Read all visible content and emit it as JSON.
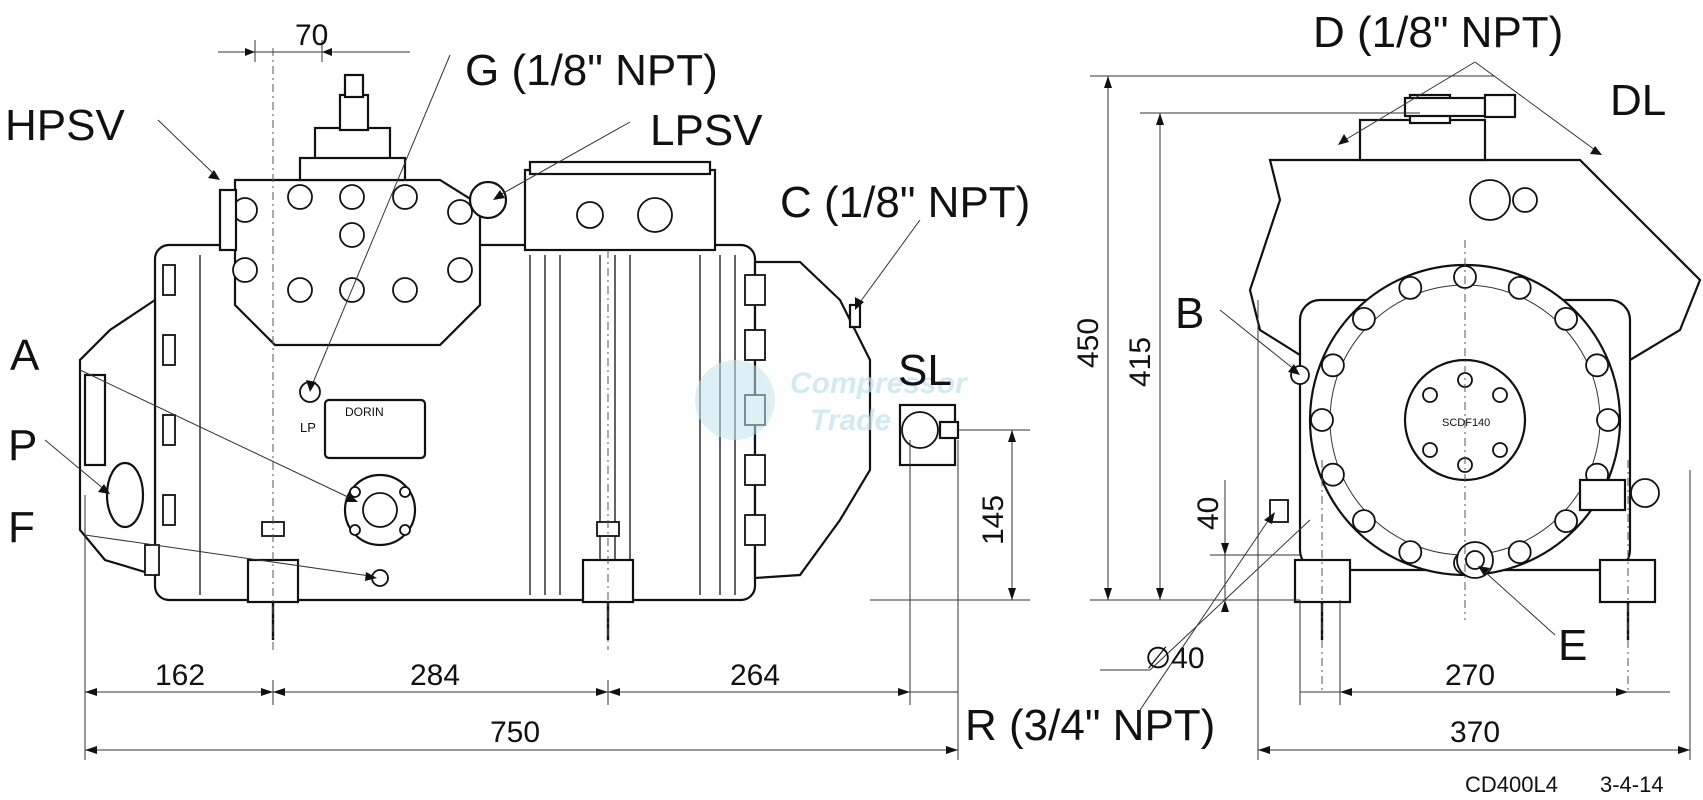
{
  "labels": {
    "hpsv": "HPSV",
    "g": "G (1/8\" NPT)",
    "lpsv": "LPSV",
    "c": "C (1/8\" NPT)",
    "a": "A",
    "p": "P",
    "f": "F",
    "sl": "SL",
    "d": "D (1/8\" NPT)",
    "dl": "DL",
    "b": "B",
    "e": "E",
    "r": "R (3/4\" NPT)",
    "lp": "LP",
    "nameplate": "DORIN",
    "hub": "SCDF140"
  },
  "dimensions": {
    "d70": "70",
    "d162": "162",
    "d284": "284",
    "d264": "264",
    "d750": "750",
    "d145": "145",
    "d450": "450",
    "d415": "415",
    "d40": "40",
    "dphi40": "∅40",
    "d270": "270",
    "d370": "370"
  },
  "footer": {
    "code": "CD400L4",
    "date": "3-4-14"
  },
  "watermark": {
    "line1": "Compressor",
    "line2": "Trade"
  }
}
